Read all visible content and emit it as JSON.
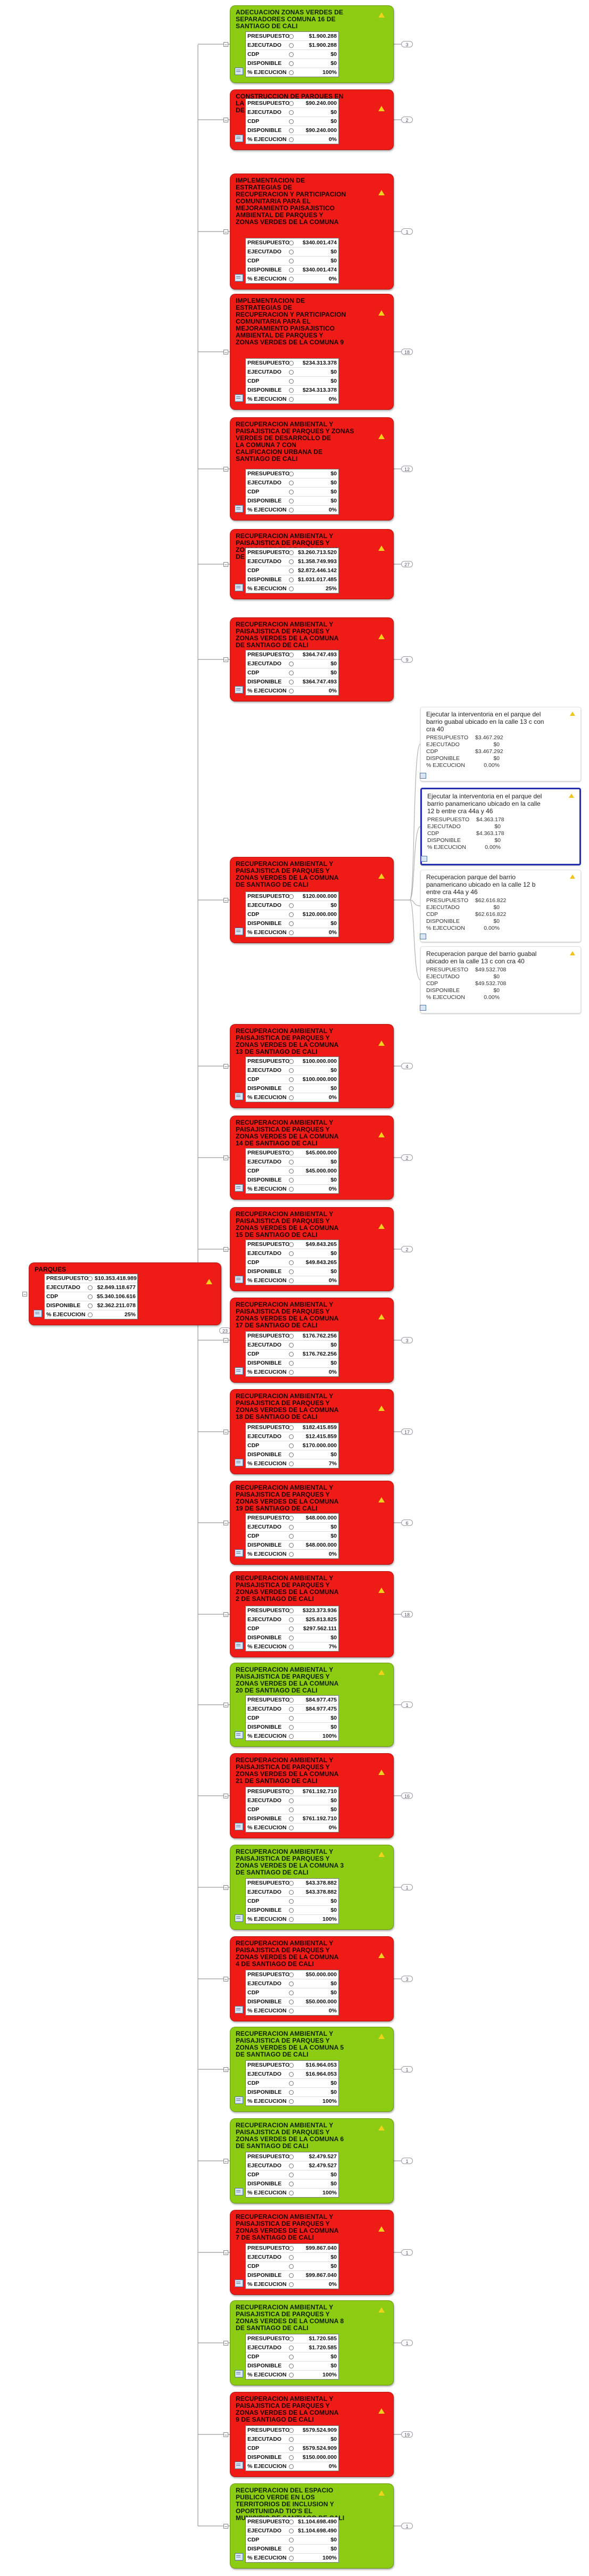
{
  "labels": {
    "presupuesto": "PRESUPUESTO",
    "ejecutado": "EJECUTADO",
    "cdp": "CDP",
    "disponible": "DISPONIBLE",
    "ejecucion": "% EJECUCION"
  },
  "wlabels": {
    "presupuesto": "PRESUPUESTO",
    "ejecutado": "EJECUTADO",
    "cdp": "CDP",
    "disponible": "DISPONIBLE",
    "ejecucion": "% EJECUCION"
  },
  "root": {
    "title": [
      "PARQUES"
    ],
    "presupuesto": "$10.353.418.989",
    "ejecutado": "$2.849.118.677",
    "cdp": "$5.340.106.616",
    "disponible": "$2.362.211.078",
    "ejecucion": "25%",
    "children_badge": "23"
  },
  "nodes": [
    {
      "title": [
        "ADECUACION ZONAS VERDES DE",
        "SEPARADORES COMUNA 16 DE",
        "SANTIAGO DE CALI"
      ],
      "color": "green",
      "presupuesto": "$1.900.288",
      "ejecutado": "$1.900.288",
      "cdp": "$0",
      "disponible": "$0",
      "ejecucion": "100%",
      "badge": "3"
    },
    {
      "title": [
        "CONSTRUCCION DE PARQUES EN",
        "LA COMUNA 2 DE SANTIAGO",
        "DE CALI"
      ],
      "color": "red",
      "presupuesto": "$90.240.000",
      "ejecutado": "$0",
      "cdp": "$0",
      "disponible": "$90.240.000",
      "ejecucion": "0%",
      "badge": "2"
    },
    {
      "title": [
        "IMPLEMENTACION DE",
        "ESTRATEGIAS DE",
        "RECUPERACION Y PARTICIPACION",
        "COMUNITARIA PARA EL",
        "MEJORAMIENTO PAISAJISTICO",
        "AMBIENTAL DE PARQUES Y",
        "ZONAS VERDES DE LA COMUNA"
      ],
      "color": "red",
      "presupuesto": "$340.001.474",
      "ejecutado": "$0",
      "cdp": "$0",
      "disponible": "$340.001.474",
      "ejecucion": "0%",
      "badge": "1"
    },
    {
      "title": [
        "IMPLEMENTACION DE",
        "ESTRATEGIAS DE",
        "RECUPERACION Y PARTICIPACION",
        "COMUNITARIA PARA EL",
        "MEJORAMIENTO PAISAJISTICO",
        "AMBIENTAL DE PARQUES Y",
        "ZONAS VERDES DE LA COMUNA 9"
      ],
      "color": "red",
      "presupuesto": "$234.313.378",
      "ejecutado": "$0",
      "cdp": "$0",
      "disponible": "$234.313.378",
      "ejecucion": "0%",
      "badge": "18"
    },
    {
      "title": [
        "RECUPERACION AMBIENTAL Y",
        "PAISAJISTICA DE PARQUES Y ZONAS",
        "VERDES DE DESARROLLO DE",
        "LA COMUNA 7 CON",
        "CALIFICACION URBANA DE",
        "SANTIAGO DE CALI"
      ],
      "color": "red",
      "presupuesto": "$0",
      "ejecutado": "$0",
      "cdp": "$0",
      "disponible": "$0",
      "ejecucion": "0%",
      "badge": "12"
    },
    {
      "title": [
        "RECUPERACION AMBIENTAL Y",
        "PAISAJISTICA DE PARQUES Y",
        "ZONAS VERDES DE LA COMUNA",
        "DE SANTIAGO DE CALI"
      ],
      "color": "red",
      "presupuesto": "$3.260.713.520",
      "ejecutado": "$1.358.749.993",
      "cdp": "$2.872.446.142",
      "disponible": "$1.031.017.485",
      "ejecucion": "25%",
      "badge": "27"
    },
    {
      "title": [
        "RECUPERACION AMBIENTAL Y",
        "PAISAJISTICA DE PARQUES Y",
        "ZONAS VERDES DE LA COMUNA",
        "DE SANTIAGO DE CALI"
      ],
      "color": "red",
      "presupuesto": "$364.747.493",
      "ejecutado": "$0",
      "cdp": "$0",
      "disponible": "$364.747.493",
      "ejecucion": "0%",
      "badge": "9"
    },
    {
      "title": [
        "RECUPERACION AMBIENTAL Y",
        "PAISAJISTICA DE PARQUES Y",
        "ZONAS VERDES DE LA COMUNA",
        "DE SANTIAGO DE CALI"
      ],
      "color": "red",
      "presupuesto": "$120.000.000",
      "ejecutado": "$0",
      "cdp": "$120.000.000",
      "disponible": "$0",
      "ejecucion": "0%",
      "badge": ""
    },
    {
      "title": [
        "RECUPERACION AMBIENTAL Y",
        "PAISAJISTICA DE PARQUES Y",
        "ZONAS VERDES DE LA COMUNA",
        "13 DE SANTIAGO DE CALI"
      ],
      "color": "red",
      "presupuesto": "$100.000.000",
      "ejecutado": "$0",
      "cdp": "$100.000.000",
      "disponible": "$0",
      "ejecucion": "0%",
      "badge": "4"
    },
    {
      "title": [
        "RECUPERACION AMBIENTAL Y",
        "PAISAJISTICA DE PARQUES Y",
        "ZONAS VERDES DE LA COMUNA",
        "14 DE SANTIAGO DE CALI"
      ],
      "color": "red",
      "presupuesto": "$45.000.000",
      "ejecutado": "$0",
      "cdp": "$45.000.000",
      "disponible": "$0",
      "ejecucion": "0%",
      "badge": "2"
    },
    {
      "title": [
        "RECUPERACION AMBIENTAL Y",
        "PAISAJISTICA DE PARQUES Y",
        "ZONAS VERDES DE LA COMUNA",
        "15 DE SANTIAGO DE CALI"
      ],
      "color": "red",
      "presupuesto": "$49.843.265",
      "ejecutado": "$0",
      "cdp": "$49.843.265",
      "disponible": "$0",
      "ejecucion": "0%",
      "badge": "2"
    },
    {
      "title": [
        "RECUPERACION AMBIENTAL Y",
        "PAISAJISTICA DE PARQUES Y",
        "ZONAS VERDES DE LA COMUNA",
        "17 DE SANTIAGO DE CALI"
      ],
      "color": "red",
      "presupuesto": "$176.762.256",
      "ejecutado": "$0",
      "cdp": "$176.762.256",
      "disponible": "$0",
      "ejecucion": "0%",
      "badge": "3"
    },
    {
      "title": [
        "RECUPERACION AMBIENTAL Y",
        "PAISAJISTICA DE PARQUES Y",
        "ZONAS VERDES DE LA COMUNA",
        "18 DE SANTIAGO DE CALI"
      ],
      "color": "red",
      "presupuesto": "$182.415.859",
      "ejecutado": "$12.415.859",
      "cdp": "$170.000.000",
      "disponible": "$0",
      "ejecucion": "7%",
      "badge": "17"
    },
    {
      "title": [
        "RECUPERACION AMBIENTAL Y",
        "PAISAJISTICA DE PARQUES Y",
        "ZONAS VERDES DE LA COMUNA",
        "19 DE SANTIAGO DE CALI"
      ],
      "color": "red",
      "presupuesto": "$48.000.000",
      "ejecutado": "$0",
      "cdp": "$0",
      "disponible": "$48.000.000",
      "ejecucion": "0%",
      "badge": "6"
    },
    {
      "title": [
        "RECUPERACION AMBIENTAL Y",
        "PAISAJISTICA DE PARQUES Y",
        "ZONAS VERDES DE LA COMUNA",
        "2 DE SANTIAGO DE CALI"
      ],
      "color": "red",
      "presupuesto": "$323.373.936",
      "ejecutado": "$25.813.825",
      "cdp": "$297.562.111",
      "disponible": "$0",
      "ejecucion": "7%",
      "badge": "18"
    },
    {
      "title": [
        "RECUPERACION AMBIENTAL Y",
        "PAISAJISTICA DE PARQUES Y",
        "ZONAS VERDES DE LA COMUNA",
        "20 DE SANTIAGO DE CALI"
      ],
      "color": "green",
      "presupuesto": "$84.977.475",
      "ejecutado": "$84.977.475",
      "cdp": "$0",
      "disponible": "$0",
      "ejecucion": "100%",
      "badge": "1"
    },
    {
      "title": [
        "RECUPERACION AMBIENTAL Y",
        "PAISAJISTICA DE PARQUES Y",
        "ZONAS VERDES DE LA COMUNA",
        "21 DE SANTIAGO DE CALI"
      ],
      "color": "red",
      "presupuesto": "$761.192.710",
      "ejecutado": "$0",
      "cdp": "$0",
      "disponible": "$761.192.710",
      "ejecucion": "0%",
      "badge": "16"
    },
    {
      "title": [
        "RECUPERACION AMBIENTAL Y",
        "PAISAJISTICA DE PARQUES Y",
        "ZONAS VERDES DE LA COMUNA 3",
        "DE SANTIAGO DE CALI"
      ],
      "color": "green",
      "presupuesto": "$43.378.882",
      "ejecutado": "$43.378.882",
      "cdp": "$0",
      "disponible": "$0",
      "ejecucion": "100%",
      "badge": "1"
    },
    {
      "title": [
        "RECUPERACION AMBIENTAL Y",
        "PAISAJISTICA DE PARQUES Y",
        "ZONAS VERDES DE LA COMUNA",
        "4 DE SANTIAGO DE CALI"
      ],
      "color": "red",
      "presupuesto": "$50.000.000",
      "ejecutado": "$0",
      "cdp": "$0",
      "disponible": "$50.000.000",
      "ejecucion": "0%",
      "badge": "3"
    },
    {
      "title": [
        "RECUPERACION AMBIENTAL Y",
        "PAISAJISTICA DE PARQUES Y",
        "ZONAS VERDES DE LA COMUNA 5",
        "DE SANTIAGO DE CALI"
      ],
      "color": "green",
      "presupuesto": "$16.964.053",
      "ejecutado": "$16.964.053",
      "cdp": "$0",
      "disponible": "$0",
      "ejecucion": "100%",
      "badge": "1"
    },
    {
      "title": [
        "RECUPERACION AMBIENTAL Y",
        "PAISAJISTICA DE PARQUES Y",
        "ZONAS VERDES DE LA COMUNA 6",
        "DE SANTIAGO DE CALI"
      ],
      "color": "green",
      "presupuesto": "$2.479.527",
      "ejecutado": "$2.479.527",
      "cdp": "$0",
      "disponible": "$0",
      "ejecucion": "100%",
      "badge": "1"
    },
    {
      "title": [
        "RECUPERACION AMBIENTAL Y",
        "PAISAJISTICA DE PARQUES Y",
        "ZONAS VERDES DE LA COMUNA",
        "7 DE SANTIAGO DE CALI"
      ],
      "color": "red",
      "presupuesto": "$99.867.040",
      "ejecutado": "$0",
      "cdp": "$0",
      "disponible": "$99.867.040",
      "ejecucion": "0%",
      "badge": "1"
    },
    {
      "title": [
        "RECUPERACION AMBIENTAL Y",
        "PAISAJISTICA DE PARQUES Y",
        "ZONAS VERDES DE LA COMUNA 8",
        "DE SANTIAGO DE CALI"
      ],
      "color": "green",
      "presupuesto": "$1.720.585",
      "ejecutado": "$1.720.585",
      "cdp": "$0",
      "disponible": "$0",
      "ejecucion": "100%",
      "badge": "1"
    },
    {
      "title": [
        "RECUPERACION AMBIENTAL Y",
        "PAISAJISTICA DE PARQUES Y",
        "ZONAS VERDES DE LA COMUNA",
        "9 DE SANTIAGO DE CALI"
      ],
      "color": "red",
      "presupuesto": "$579.524.909",
      "ejecutado": "$0",
      "cdp": "$579.524.909",
      "disponible": "$150.000.000",
      "ejecucion": "0%",
      "badge": "19"
    },
    {
      "title": [
        "RECUPERACION DEL ESPACIO",
        "PUBLICO VERDE EN LOS",
        "TERRITORIOS DE INCLUSION Y",
        "OPORTUNIDAD TIO'S EL",
        "MUNICIPIO DE SANTIAGO DE CALI"
      ],
      "color": "green",
      "presupuesto": "$1.104.698.490",
      "ejecutado": "$1.104.698.490",
      "cdp": "$0",
      "disponible": "$0",
      "ejecucion": "100%",
      "badge": "1"
    }
  ],
  "subnodes": [
    {
      "title": [
        "Ejecutar la interventoria en el parque del",
        "barrio guabal ubicado en la calle 13 c con",
        "cra 40"
      ],
      "presupuesto": "$3.467.292",
      "ejecutado": "$0",
      "cdp": "$3.467.292",
      "disponible": "$0",
      "ejecucion": "0.00%",
      "selected": false
    },
    {
      "title": [
        "Ejecutar la interventoria en el parque del",
        "barrio panamericano ubicado en la calle",
        "12 b entre cra 44a y 46"
      ],
      "presupuesto": "$4.363.178",
      "ejecutado": "$0",
      "cdp": "$4.363.178",
      "disponible": "$0",
      "ejecucion": "0.00%",
      "selected": true
    },
    {
      "title": [
        "Recuperacion parque del barrio",
        "panamericano ubicado en la calle 12 b",
        "entre cra 44a y 46"
      ],
      "presupuesto": "$62.616.822",
      "ejecutado": "$0",
      "cdp": "$62.616.822",
      "disponible": "$0",
      "ejecucion": "0.00%",
      "selected": false
    },
    {
      "title": [
        "Recuperacion parque del barrio guabal",
        "ubicado en la calle 13 c con cra 40"
      ],
      "presupuesto": "$49.532.708",
      "ejecutado": "$0",
      "cdp": "$49.532.708",
      "disponible": "$0",
      "ejecucion": "0.00%",
      "selected": false
    }
  ]
}
